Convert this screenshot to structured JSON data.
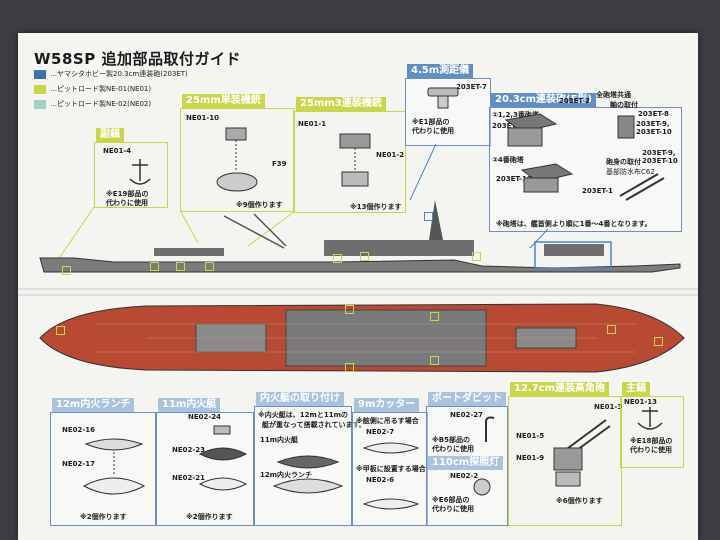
{
  "title": "W58SP 追加部品取付ガイド",
  "legend": [
    {
      "label": "…ヤマシタホビー製20.3cm連装砲(203ET)",
      "color": "#3f6fb5"
    },
    {
      "label": "…ピットロード製NE-01(NE01)",
      "color": "#c9d64a"
    },
    {
      "label": "…ピットロード製NE-02(NE02)",
      "color": "#9fd1c4"
    }
  ],
  "top_sections": {
    "fukuki": {
      "title": "副錨",
      "part": "NE01-4",
      "note": "※E19部品の\n代わりに使用"
    },
    "gun25single": {
      "title": "25mm単装機銃",
      "part": "NE01-10",
      "sub": "F39",
      "note": "※9個作ります"
    },
    "gun25triple": {
      "title": "25mm3連装機銃",
      "part1": "NE01-1",
      "part2": "NE01-2",
      "note": "※13個作ります"
    },
    "rangefinder": {
      "title": "4.5m測距儀",
      "part": "203ET-7",
      "note": "※E1部品の\n代わりに使用"
    },
    "main_gun": {
      "title": "20.3cm連装砲(E型)",
      "sub1": "①1,2,3番砲塔",
      "sub2": "②4番砲塔",
      "common": "全砲塔共通",
      "common2": "軸の取付",
      "parts": [
        "203ET-2",
        "203ET-9",
        "203ET-8",
        "203ET-9,\n203ET-10",
        "203ET-10",
        "203ET-9,\n203ET-10",
        "203ET-1"
      ],
      "barrel": "砲身の取付",
      "cover": "基部防水布C62",
      "note": "※砲塔は、艦首側より順に1番～4番となります。"
    }
  },
  "bottom_sections": {
    "launch12": {
      "title": "12m内火ランチ",
      "p1": "NE02-16",
      "p2": "NE02-17",
      "note": "※2個作ります"
    },
    "boat11": {
      "title": "11m内火艇",
      "p1": "NE02-24",
      "p2": "NE02-23",
      "p3": "NE02-21",
      "note": "※2個作ります"
    },
    "boatmount": {
      "title": "内火艇の取り付け",
      "note1": "※内火艇は、12mと11mの",
      "note2": "艇が重なって搭載されています。",
      "l1": "11m内火艇",
      "l2": "12m内火ランチ"
    },
    "cutter9": {
      "title": "9mカッター",
      "s1": "※舷側に吊るす場合",
      "p1": "NE02-7",
      "s2": "※甲板に設置する場合",
      "p2": "NE02-6"
    },
    "davit": {
      "title": "ボートダビット",
      "part": "NE02-27",
      "note": "※B5部品の\n代わりに使用"
    },
    "light110": {
      "title": "110cm探照灯",
      "part": "NE02-2",
      "note": "※E6部品の\n代わりに使用"
    },
    "aa127": {
      "title": "12.7cm連装高角砲",
      "p1": "NE01-3",
      "p2": "NE01-5",
      "p3": "NE01-9",
      "note": "※6個作ります"
    },
    "anchor": {
      "title": "主錨",
      "part": "NE01-13",
      "note": "※E18部品の\n代わりに使用"
    }
  }
}
